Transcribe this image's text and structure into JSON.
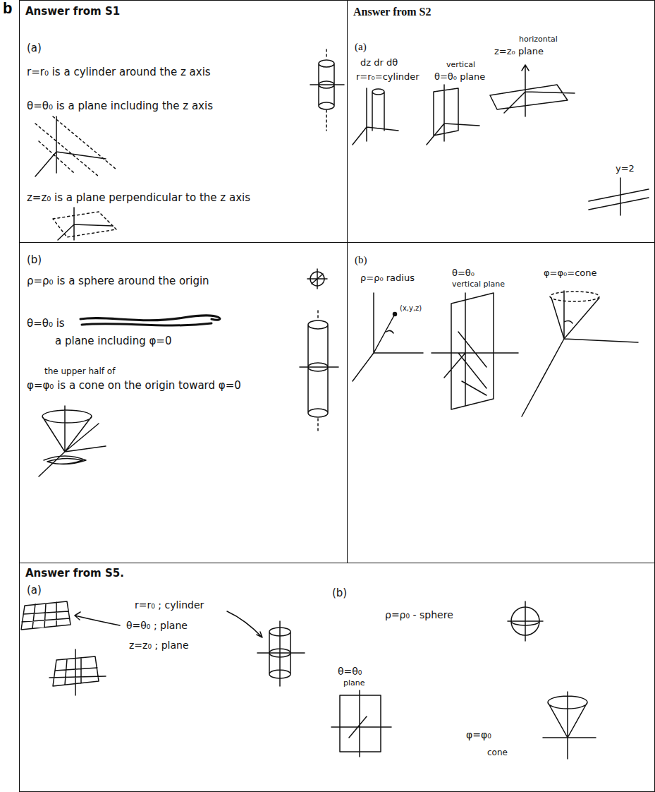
{
  "diagram": {
    "nodes": [
      {
        "text": [
          "Answer from S1",
          "(a)",
          "r=r₀ is a cylinder around the z axis",
          "θ=θ₀ is a plane including the z axis",
          "z=z₀ is a plane perpendicular to the z axis"
        ]
      },
      {
        "text": [
          "Answer from S2",
          "(a)",
          "dz dr dθ",
          "r=r₀=cylinder",
          "vertical",
          "θ=θ₀ plane",
          "horizontal",
          "z=z₀ plane",
          "y=2"
        ]
      },
      {
        "text": [
          "(b)",
          "ρ=ρ₀ is a sphere around the origin",
          "θ=θ₀ is",
          "a plane including φ=0",
          "the upper half of",
          "φ=φ₀ is a cone on the origin toward φ=0"
        ]
      },
      {
        "text": [
          "(b)",
          "ρ=ρ₀ radius",
          "(x,y,z)",
          "θ=θ₀",
          "vertical plane",
          "φ=φ₀=cone"
        ]
      },
      {
        "text": [
          "Answer from S5.",
          "(a)",
          "r=r₀ ; cylinder",
          "θ=θ₀ ; plane",
          "z=z₀ ; plane",
          "(b)",
          "ρ=ρ₀ - sphere",
          "θ=θ₀",
          "plane",
          "φ=φ₀",
          "cone"
        ]
      }
    ],
    "labels": [
      "b"
    ]
  }
}
